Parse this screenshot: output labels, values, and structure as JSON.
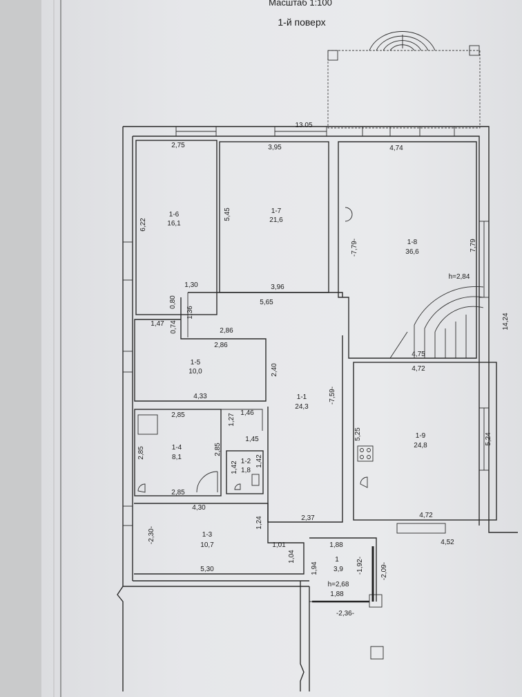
{
  "header": {
    "scale": "Масштаб 1:100",
    "floor": "1-й поверх"
  },
  "rooms": [
    {
      "id": "1-6",
      "area": "16,1"
    },
    {
      "id": "1-7",
      "area": "21,6"
    },
    {
      "id": "1-8",
      "area": "36,6"
    },
    {
      "id": "1-5",
      "area": "10,0"
    },
    {
      "id": "1-1",
      "area": "24,3"
    },
    {
      "id": "1-4",
      "area": "8,1"
    },
    {
      "id": "1-2",
      "area": "1,8"
    },
    {
      "id": "1-9",
      "area": "24,8"
    },
    {
      "id": "1-3",
      "area": "10,7"
    },
    {
      "id": "1",
      "area": "3,9"
    }
  ],
  "dims": {
    "total_top": "13.05",
    "r16_top": "2,75",
    "r17_top": "3,95",
    "r18_top": "4,74",
    "r16_left": "6,22",
    "r17_left": "5,45",
    "r18_left": "-7,79-",
    "r18_right": "7,79",
    "h_stair": "h=2,84",
    "r16_bot": "1,30",
    "r17_bot": "3,96",
    "corr_top": "5,65",
    "d080": "0,80",
    "d136": "1,36",
    "d286a": "2,86",
    "d286b": "2,86",
    "d147": "1,47",
    "d074": "0,74",
    "d240": "2,40",
    "r15_bot": "4,33",
    "d475": "4,75",
    "d472a": "4,72",
    "right_total": "14,24",
    "d285a": "2,85",
    "d146": "1,46",
    "d127": "1,27",
    "d285b": "2,85",
    "d285c": "2,85",
    "d145": "1,45",
    "d142a": "1,42",
    "d142b": "1,42",
    "d285d": "2,85",
    "d759": "-7,59-",
    "d525": "5,25",
    "d524": "5,24",
    "d430": "4,30",
    "d472b": "4,72",
    "d124": "1,24",
    "d237": "2,37",
    "d230": "-2,30-",
    "d101": "1,01",
    "d188a": "1,88",
    "d452": "4,52",
    "d104": "1,04",
    "d194": "1,94",
    "d192": "-1,92-",
    "d209": "-2,09-",
    "d530": "5,30",
    "h_vest": "h=2,68",
    "d188b": "1,88",
    "d236": "-2,36-"
  }
}
